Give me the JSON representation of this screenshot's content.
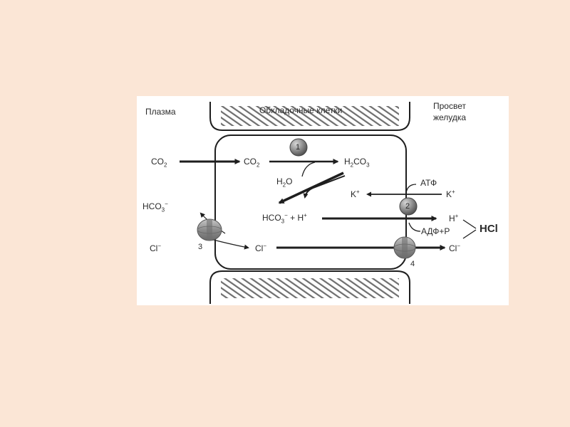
{
  "labels": {
    "plasma": "Плазма",
    "cells": "Обкладочные клетки",
    "lumen_1": "Просвет",
    "lumen_2": "желудка",
    "co2_left": "CO",
    "co2_left_sub": "2",
    "co2_mid": "CO",
    "co2_mid_sub": "2",
    "h2o_a": "H",
    "h2o_sub": "2",
    "h2o_b": "O",
    "h2co3_a": "H",
    "h2co3_sub1": "2",
    "h2co3_b": "CO",
    "h2co3_sub2": "3",
    "atp": "АТФ",
    "k_in": "K",
    "k_in_sup": "+",
    "k_out": "K",
    "k_out_sup": "+",
    "hco3_left": "HCO",
    "hco3_left_sub": "3",
    "hco3_left_sup": "−",
    "hco3_mid": "HCO",
    "hco3_mid_sub": "3",
    "hco3_mid_sup": "−",
    "plus_h": " + H",
    "plus_h_sup": "+",
    "h_out": "H",
    "h_out_sup": "+",
    "adp": "АДФ+Р",
    "hcl": "HCl",
    "cl_left": "Cl",
    "cl_left_sup": "−",
    "cl_mid": "Cl",
    "cl_mid_sup": "−",
    "cl_out": "Cl",
    "cl_out_sup": "−",
    "n1": "1",
    "n2": "2",
    "n3": "3",
    "n4": "4"
  },
  "colors": {
    "line": "#1e1e1e",
    "hatch": "#555555",
    "sphere": "#8a8a8a",
    "transporter": "#9a9a9a"
  }
}
